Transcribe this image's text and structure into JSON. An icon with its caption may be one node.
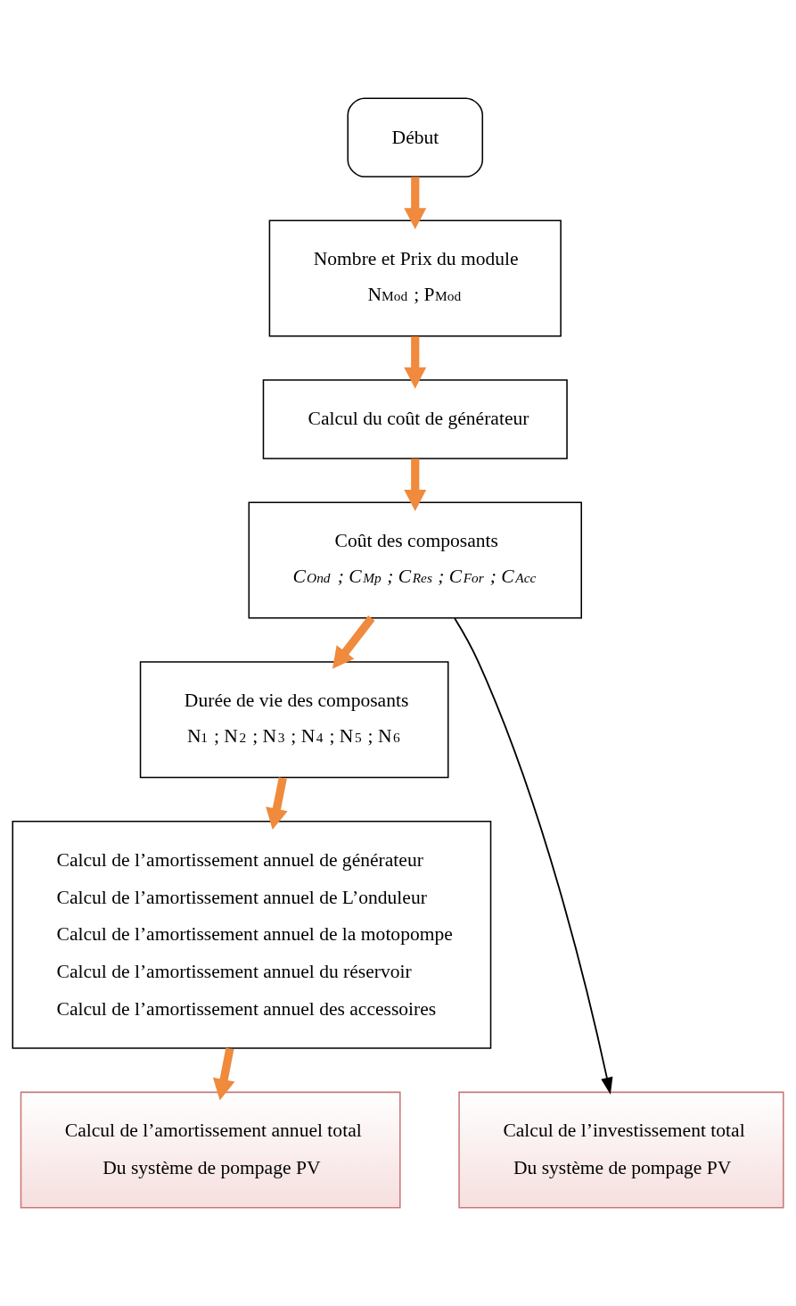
{
  "diagram": {
    "nodes": [
      {
        "text": [
          "Début"
        ]
      },
      {
        "text": [
          "Nombre et Prix du module",
          "N$_{Mod}$ ; P$_{Mod}$"
        ]
      },
      {
        "text": [
          "Calcul du coût de générateur"
        ]
      },
      {
        "text": [
          "Coût des composants",
          "C$_{Ond}$ ; C$_{Mp}$ ; C$_{Res}$ ; C$_{For}$ ; C$_{Acc}$"
        ]
      },
      {
        "text": [
          "Durée de vie des composants",
          "N$_{1}$ ; N$_{2}$ ; N$_{3}$ ; N$_{4}$ ; N$_{5}$ ; N$_{6}$"
        ]
      },
      {
        "text": [
          "Calcul de l’amortissement annuel de générateur",
          "Calcul de l’amortissement annuel de L’onduleur",
          "Calcul de l’amortissement annuel de la motopompe",
          "Calcul de l’amortissement annuel du réservoir",
          "Calcul de l’amortissement annuel des accessoires"
        ]
      },
      {
        "text": [
          "Calcul de l’amortissement annuel total",
          "Du système de pompage PV"
        ]
      },
      {
        "text": [
          "Calcul de l’investissement total",
          "Du système de pompage PV"
        ]
      }
    ],
    "edges": [
      {
        "from": 0,
        "to": 1,
        "arrow": "to"
      },
      {
        "from": 1,
        "to": 2,
        "arrow": "to"
      },
      {
        "from": 2,
        "to": 3,
        "arrow": "to"
      },
      {
        "from": 3,
        "to": 4,
        "arrow": "to"
      },
      {
        "from": 4,
        "to": 5,
        "arrow": "to"
      },
      {
        "from": 5,
        "to": 6,
        "arrow": "to"
      },
      {
        "from": 3,
        "to": 7,
        "arrow": "to",
        "color": "#000000"
      }
    ]
  }
}
